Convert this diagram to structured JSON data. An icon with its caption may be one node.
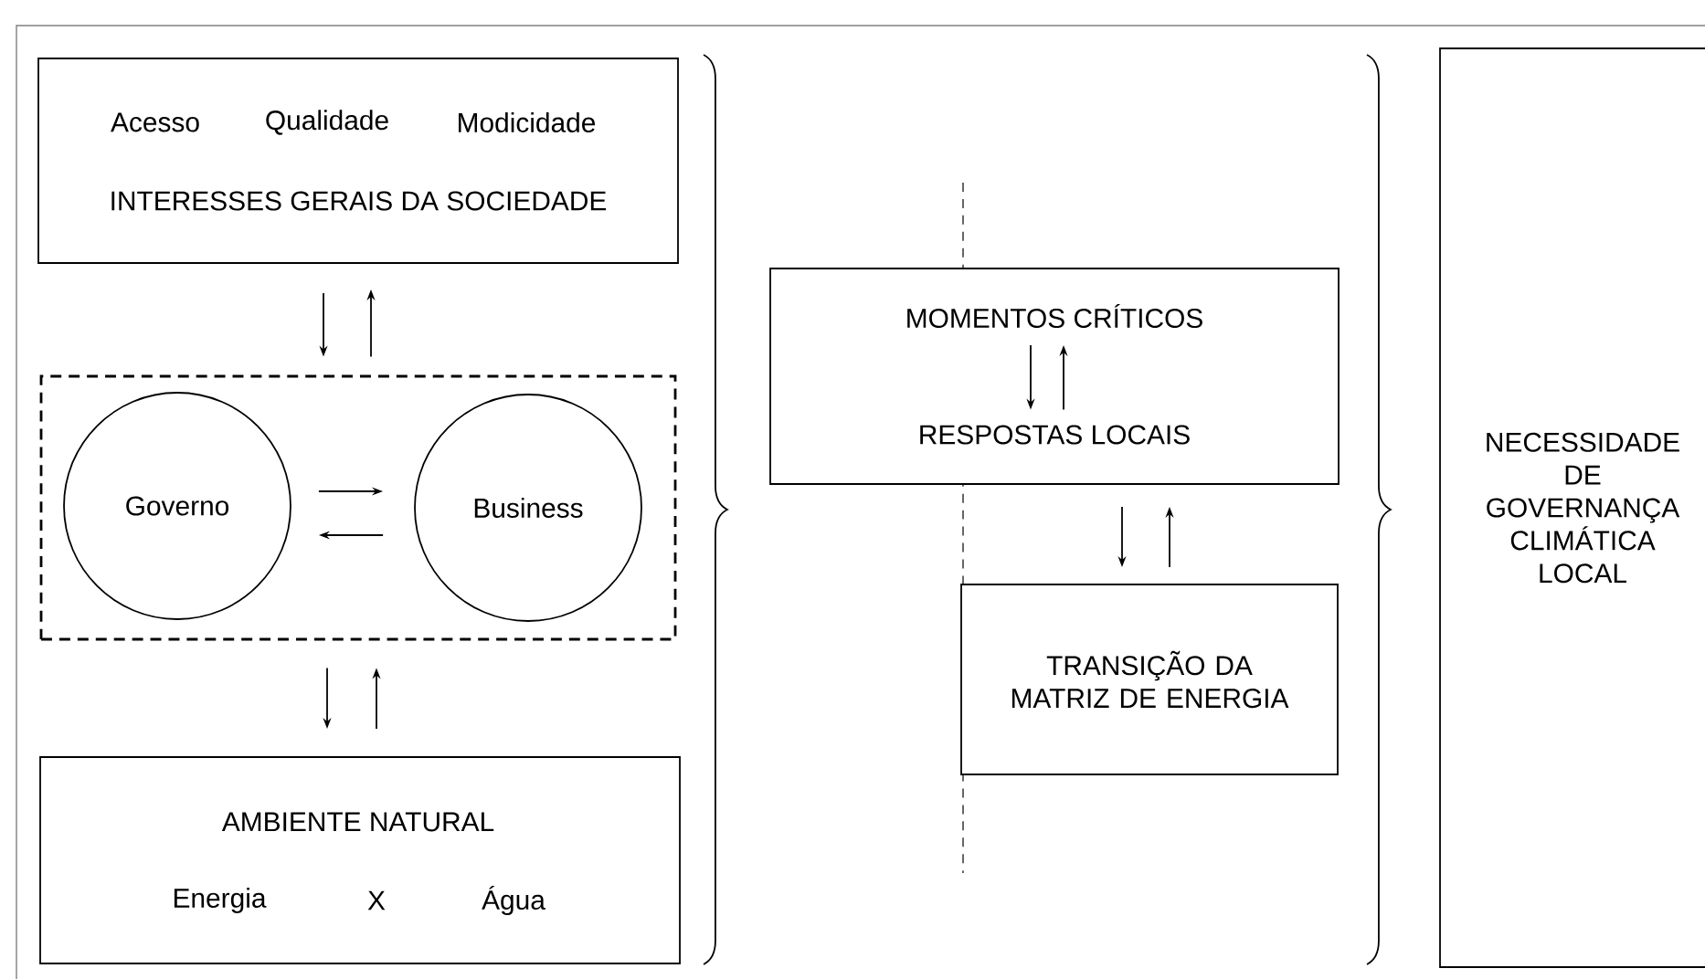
{
  "diagram": {
    "nodes": [
      {
        "text": [
          "Acesso",
          "Qualidade",
          "Modicidade",
          "INTERESSES GERAIS DA SOCIEDADE"
        ]
      },
      {
        "text": [],
        "shape": "box"
      },
      {
        "text": [
          "Governo"
        ],
        "in": 1
      },
      {
        "text": [
          "Business"
        ],
        "in": 1
      },
      {
        "text": [
          "AMBIENTE NATURAL",
          "Energia",
          "X",
          "Água"
        ]
      },
      {
        "text": [],
        "shape": "box"
      },
      {
        "text": [
          "MOMENTOS CRÍTICOS"
        ],
        "in": 5
      },
      {
        "text": [
          "RESPOSTAS LOCAIS"
        ],
        "in": 5
      },
      {
        "text": [
          "TRANSIÇÃO DA MATRIZ DE ENERGIA"
        ]
      },
      {
        "text": [
          "NECESSIDADE DE GOVERNANÇA CLIMÁTICA LOCAL"
        ]
      }
    ],
    "edges": [
      {
        "from": 0,
        "to": 1,
        "arrow": "to"
      },
      {
        "from": 1,
        "to": 0,
        "arrow": "to"
      },
      {
        "from": 2,
        "to": 3,
        "arrow": "to"
      },
      {
        "from": 3,
        "to": 2,
        "arrow": "to"
      },
      {
        "from": 1,
        "to": 4,
        "arrow": "to"
      },
      {
        "from": 4,
        "to": 1,
        "arrow": "to"
      },
      {
        "from": 6,
        "to": 7,
        "arrow": "to"
      },
      {
        "from": 7,
        "to": 6,
        "arrow": "to"
      },
      {
        "from": 5,
        "to": 8,
        "arrow": "to"
      },
      {
        "from": 8,
        "to": 5,
        "arrow": "to"
      }
    ]
  }
}
